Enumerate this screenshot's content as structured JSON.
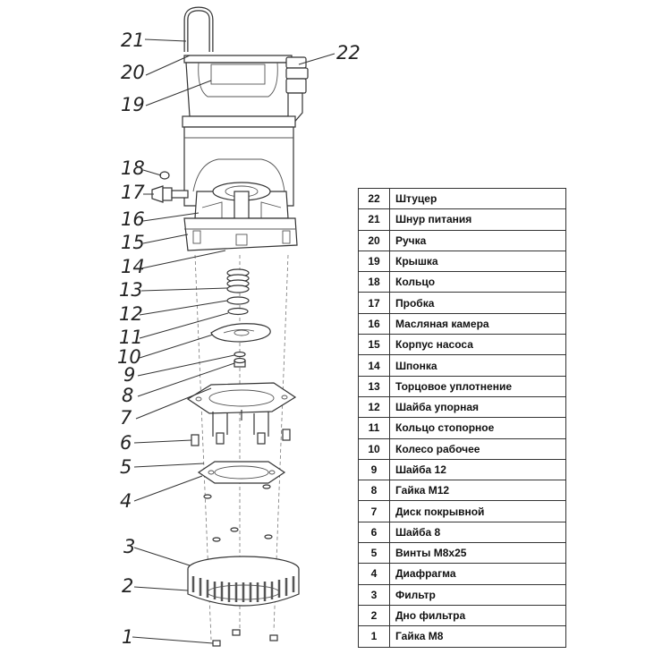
{
  "callouts": [
    "1",
    "2",
    "3",
    "4",
    "5",
    "6",
    "7",
    "8",
    "9",
    "10",
    "11",
    "12",
    "13",
    "14",
    "15",
    "16",
    "17",
    "18",
    "19",
    "20",
    "21",
    "22"
  ],
  "legend": [
    {
      "num": "22",
      "name": "Штуцер"
    },
    {
      "num": "21",
      "name": "Шнур питания"
    },
    {
      "num": "20",
      "name": "Ручка"
    },
    {
      "num": "19",
      "name": "Крышка"
    },
    {
      "num": "18",
      "name": "Кольцо"
    },
    {
      "num": "17",
      "name": "Пробка"
    },
    {
      "num": "16",
      "name": "Масляная камера"
    },
    {
      "num": "15",
      "name": "Корпус насоса"
    },
    {
      "num": "14",
      "name": "Шпонка"
    },
    {
      "num": "13",
      "name": "Торцовое уплотнение"
    },
    {
      "num": "12",
      "name": "Шайба упорная"
    },
    {
      "num": "11",
      "name": "Кольцо стопорное"
    },
    {
      "num": "10",
      "name": "Колесо рабочее"
    },
    {
      "num": "9",
      "name": "Шайба 12"
    },
    {
      "num": "8",
      "name": "Гайка М12"
    },
    {
      "num": "7",
      "name": "Диск покрывной"
    },
    {
      "num": "6",
      "name": "Шайба 8"
    },
    {
      "num": "5",
      "name": "Винты M8x25"
    },
    {
      "num": "4",
      "name": "Диафрагма"
    },
    {
      "num": "3",
      "name": "Фильтр"
    },
    {
      "num": "2",
      "name": "Дно фильтра"
    },
    {
      "num": "1",
      "name": "Гайка М8"
    }
  ]
}
